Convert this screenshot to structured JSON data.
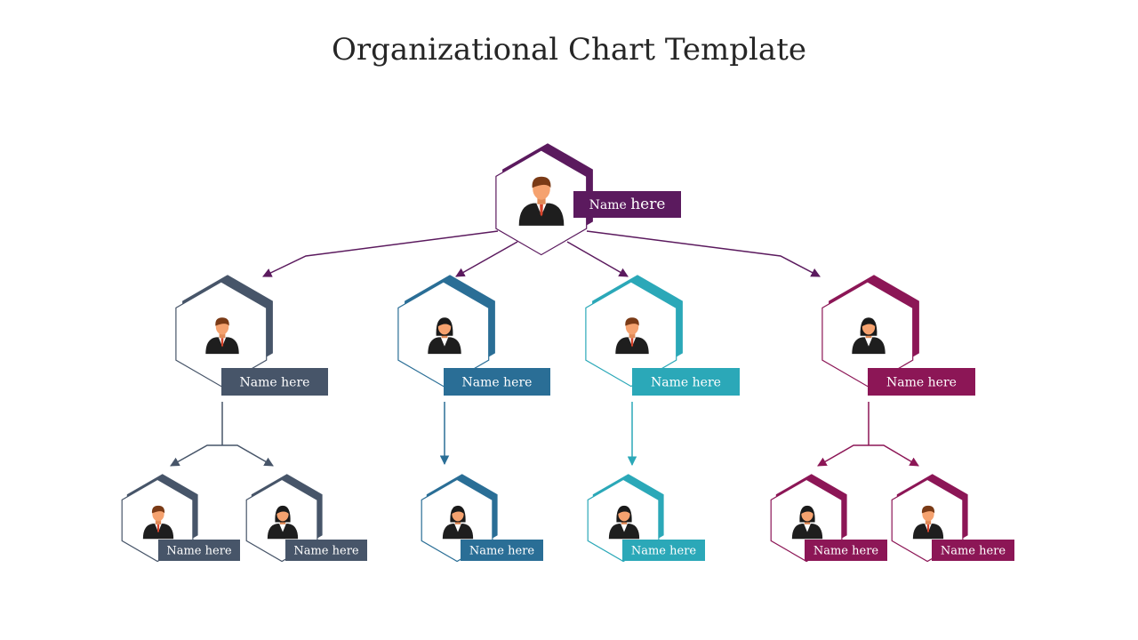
{
  "title": "Organizational Chart Template",
  "colors": {
    "purple": "#5b1a5e",
    "slate": "#475569",
    "blue": "#2a6e96",
    "teal": "#2ba8b8",
    "magenta": "#8c1656",
    "skin": "#f5a26f",
    "suit": "#1e1e1e",
    "hair_male": "#7a3a16",
    "hair_female": "#1a1a1a"
  },
  "nodes": [
    {
      "id": "ceo",
      "label_a": "Name",
      "label_b": "here",
      "color": "purple",
      "avatar": "male-avatar-icon"
    },
    {
      "id": "m1",
      "label": "Name here",
      "color": "slate",
      "avatar": "male-avatar-icon"
    },
    {
      "id": "m2",
      "label": "Name here",
      "color": "blue",
      "avatar": "female-avatar-icon"
    },
    {
      "id": "m3",
      "label": "Name here",
      "color": "teal",
      "avatar": "male-avatar-icon"
    },
    {
      "id": "m4",
      "label": "Name here",
      "color": "magenta",
      "avatar": "female-avatar-icon"
    },
    {
      "id": "e1",
      "label": "Name here",
      "color": "slate",
      "avatar": "male-avatar-icon"
    },
    {
      "id": "e2",
      "label": "Name here",
      "color": "slate",
      "avatar": "female-avatar-icon"
    },
    {
      "id": "e3",
      "label": "Name here",
      "color": "blue",
      "avatar": "female-avatar-icon"
    },
    {
      "id": "e4",
      "label": "Name here",
      "color": "teal",
      "avatar": "female-avatar-icon"
    },
    {
      "id": "e5",
      "label": "Name here",
      "color": "magenta",
      "avatar": "female-avatar-icon"
    },
    {
      "id": "e6",
      "label": "Name here",
      "color": "magenta",
      "avatar": "male-avatar-icon"
    }
  ]
}
